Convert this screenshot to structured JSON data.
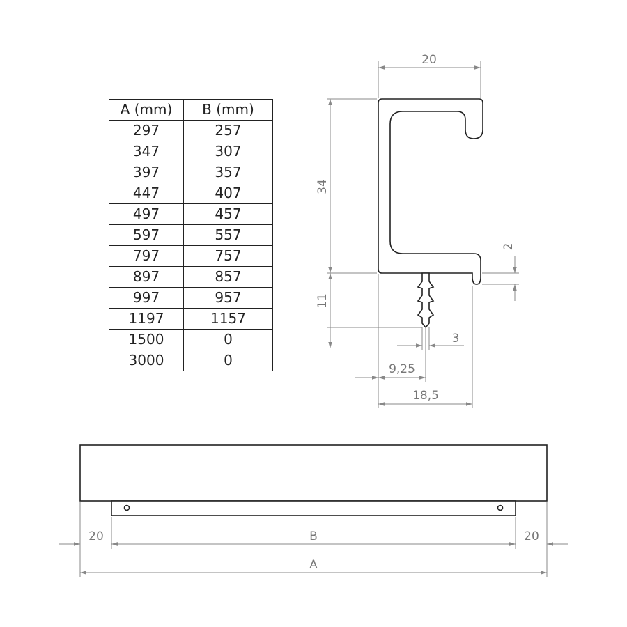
{
  "table": {
    "headers": [
      "A (mm)",
      "B (mm)"
    ],
    "rows": [
      [
        "297",
        "257"
      ],
      [
        "347",
        "307"
      ],
      [
        "397",
        "357"
      ],
      [
        "447",
        "407"
      ],
      [
        "497",
        "457"
      ],
      [
        "597",
        "557"
      ],
      [
        "797",
        "757"
      ],
      [
        "897",
        "857"
      ],
      [
        "997",
        "957"
      ],
      [
        "1197",
        "1157"
      ],
      [
        "1500",
        "0"
      ],
      [
        "3000",
        "0"
      ]
    ]
  },
  "profile_dims": {
    "width_top": "20",
    "height": "34",
    "lip": "2",
    "tab_height": "11",
    "tab_width": "3",
    "tab_offset": "9,25",
    "base_width": "18,5"
  },
  "front_dims": {
    "left_offset": "20",
    "length_b": "B",
    "right_offset": "20",
    "length_a": "A"
  }
}
